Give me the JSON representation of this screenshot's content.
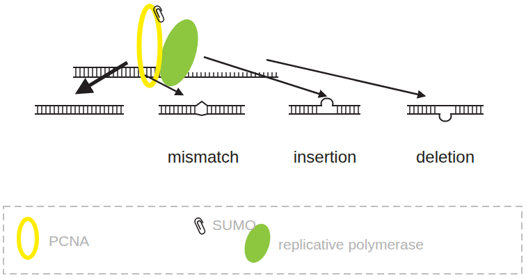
{
  "diagram": {
    "labels": [
      "mismatch",
      "insertion",
      "deletion"
    ],
    "legend": [
      {
        "text": "PCNA"
      },
      {
        "text": "SUMO"
      },
      {
        "text": "replicative polymerase",
        "color": "#8dc63f"
      }
    ]
  }
}
